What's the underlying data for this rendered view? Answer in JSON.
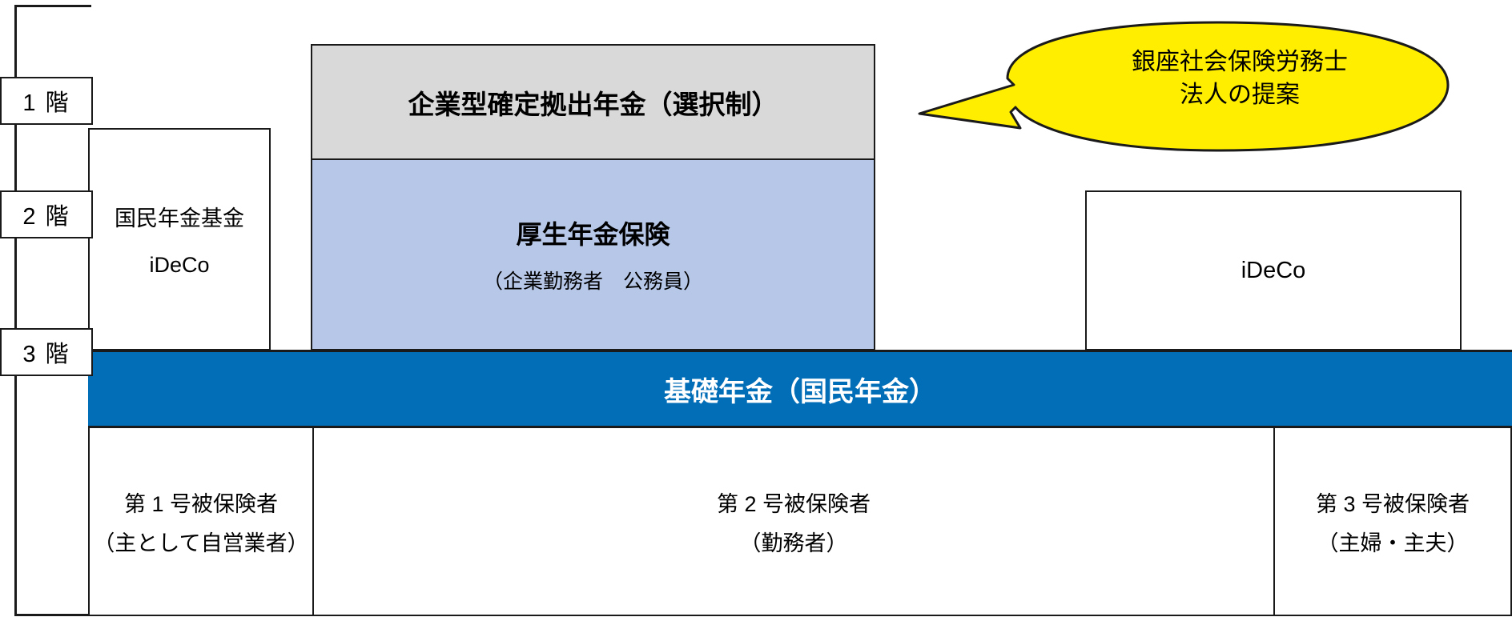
{
  "floor_axis": {
    "labels": [
      {
        "id": "floor-1",
        "text": "1 階"
      },
      {
        "id": "floor-2",
        "text": "2 階"
      },
      {
        "id": "floor-3",
        "text": "3 階"
      }
    ]
  },
  "tier1_self_employed": {
    "line1": "国民年金基金",
    "line2": "iDeCo"
  },
  "corporate_dc": {
    "label": "企業型確定拠出年金（選択制）"
  },
  "employees_pension": {
    "title": "厚生年金保険",
    "subtitle": "（企業勤務者　公務員）"
  },
  "tier1_dependent": {
    "label": "iDeCo"
  },
  "basic_pension": {
    "label": "基礎年金（国民年金）"
  },
  "insured_categories": [
    {
      "id": "bottom-cell-0",
      "title": "第 1 号被保険者",
      "subtitle": "（主として自営業者）"
    },
    {
      "id": "bottom-cell-1",
      "title": "第 2 号被保険者",
      "subtitle": "（勤務者）"
    },
    {
      "id": "bottom-cell-2",
      "title": "第 3 号被保険者",
      "subtitle": "（主婦・主夫）"
    }
  ],
  "callout": {
    "line1": "銀座社会保険労務士",
    "line2": "法人の提案"
  },
  "colors": {
    "gray_box": "#d9d9d9",
    "light_blue_box": "#b7c7e8",
    "deep_blue_band": "#036eb8",
    "callout_yellow": "#ffee00",
    "outline": "#1a1a1a",
    "white_text": "#ffffff"
  }
}
